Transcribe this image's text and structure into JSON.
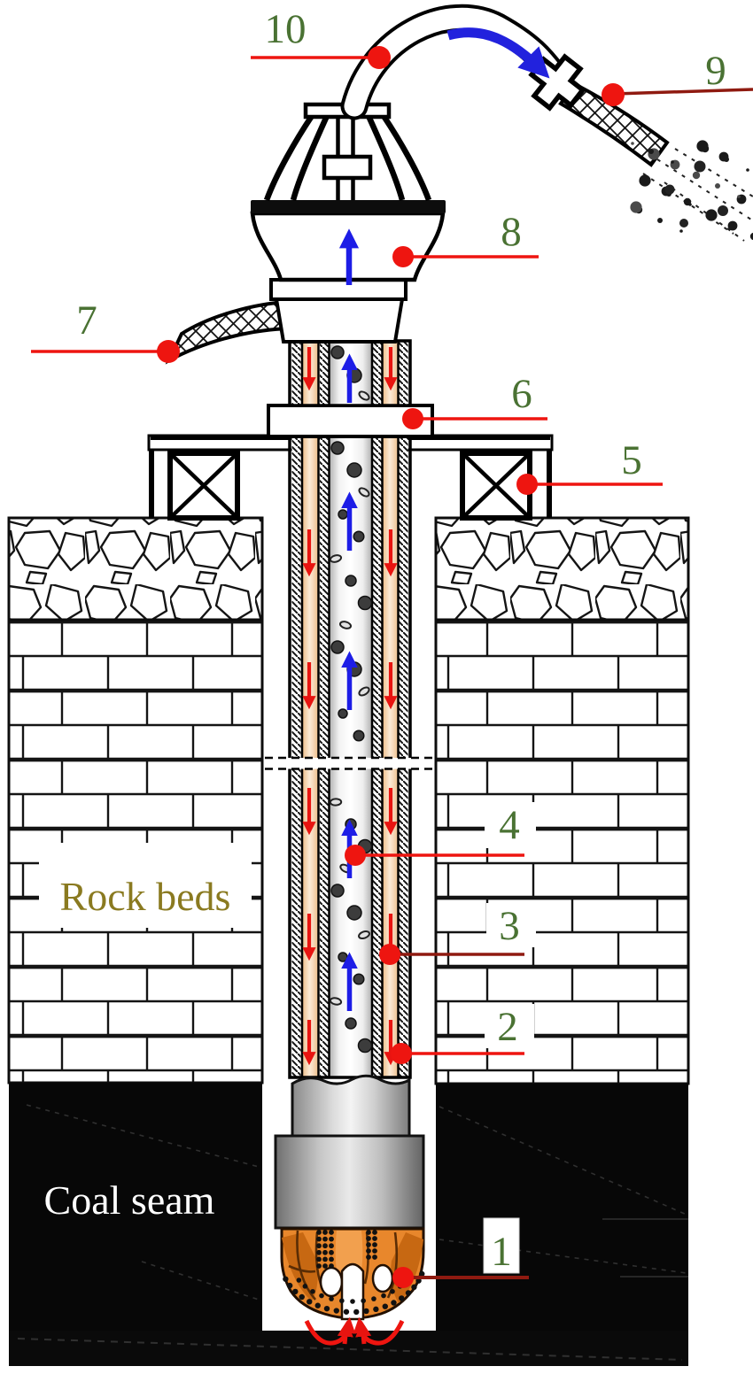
{
  "figure": {
    "type": "borehole-reverse-circulation-drilling-schematic",
    "region_labels": {
      "rock_beds": "Rock beds",
      "coal_seam": "Coal seam"
    },
    "callouts": [
      {
        "num": "10"
      },
      {
        "num": "9"
      },
      {
        "num": "8"
      },
      {
        "num": "7"
      },
      {
        "num": "6"
      },
      {
        "num": "5"
      },
      {
        "num": "4"
      },
      {
        "num": "3"
      },
      {
        "num": "2"
      },
      {
        "num": "1"
      }
    ],
    "colors": {
      "callout_text": "#4a7233",
      "leader_red": "#ee1510",
      "leader_dark_red": "#8f1a10",
      "flow_up": "#1d1de6",
      "flow_down": "#e81410",
      "annulus": "#f3d0a8",
      "bit": "#e8872c",
      "rock_beds_text": "#8a7a20",
      "coal_seam_text": "#ffffff"
    }
  }
}
